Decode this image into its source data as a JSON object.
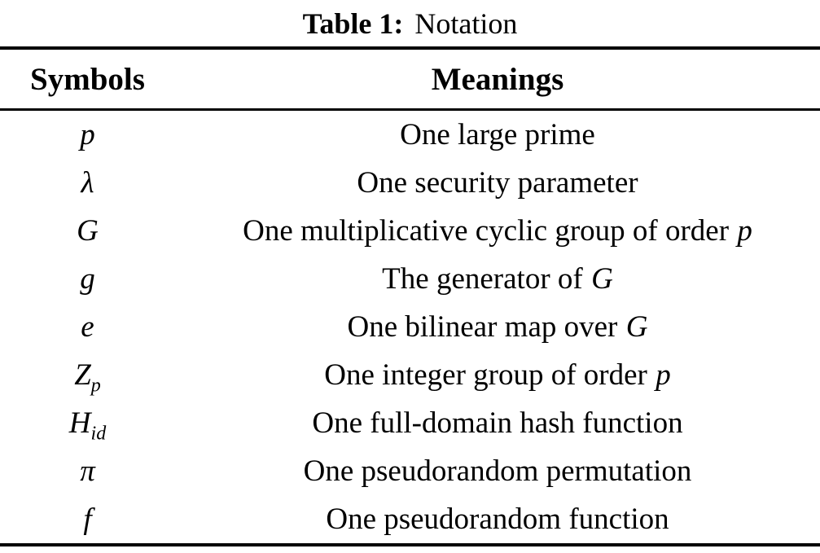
{
  "caption": {
    "label": "Table 1:",
    "title": "Notation"
  },
  "table": {
    "headers": [
      "Symbols",
      "Meanings"
    ],
    "rows": [
      {
        "symbol": "p",
        "sub": "",
        "meaning": "One large prime",
        "meaning_var": ""
      },
      {
        "symbol": "λ",
        "sub": "",
        "meaning": "One security parameter",
        "meaning_var": ""
      },
      {
        "symbol": "G",
        "sub": "",
        "meaning": "One multiplicative cyclic group of order",
        "meaning_var": "p"
      },
      {
        "symbol": "g",
        "sub": "",
        "meaning": "The generator of",
        "meaning_var": "G"
      },
      {
        "symbol": "e",
        "sub": "",
        "meaning": "One bilinear map over",
        "meaning_var": "G"
      },
      {
        "symbol": "Z",
        "sub": "p",
        "meaning": "One integer group of order",
        "meaning_var": "p"
      },
      {
        "symbol": "H",
        "sub": "id",
        "meaning": "One full-domain hash function",
        "meaning_var": ""
      },
      {
        "symbol": "π",
        "sub": "",
        "meaning": "One pseudorandom permutation",
        "meaning_var": ""
      },
      {
        "symbol": "f",
        "sub": "",
        "meaning": "One pseudorandom function",
        "meaning_var": ""
      }
    ],
    "colors": {
      "text": "#000000",
      "background": "#ffffff",
      "rule": "#000000"
    }
  }
}
